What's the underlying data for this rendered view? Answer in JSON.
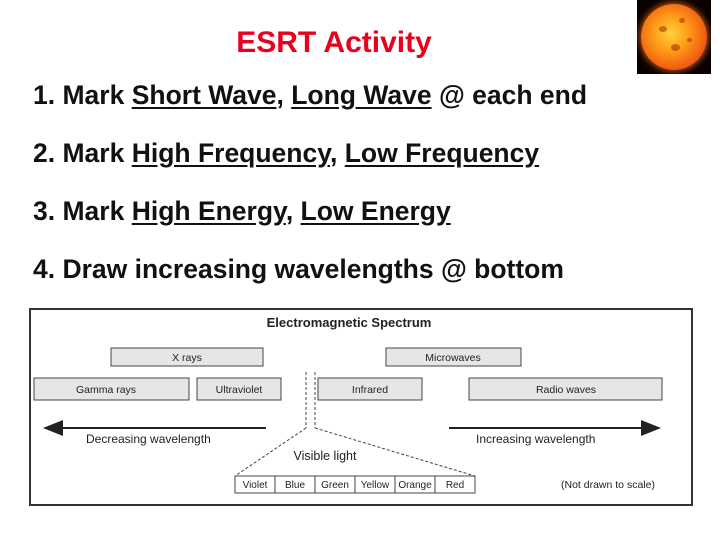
{
  "slide": {
    "title": "ESRT Activity",
    "steps": [
      {
        "num": "1. Mark ",
        "u1": "Short Wave",
        "sep": ", ",
        "u2": "Long Wave",
        "rest": " @ each end"
      },
      {
        "num": "2. Mark ",
        "u1": "High Frequency",
        "sep": ", ",
        "u2": "Low Frequency",
        "rest": ""
      },
      {
        "num": "3. Mark ",
        "u1": "High Energy",
        "sep": ", ",
        "u2": "Low Energy",
        "rest": ""
      },
      {
        "text": "4. Draw increasing wavelengths @ bottom"
      }
    ]
  },
  "spectrum": {
    "title": "Electromagnetic Spectrum",
    "top_bands": [
      "X rays",
      "Microwaves"
    ],
    "main_bands": [
      "Gamma rays",
      "Ultraviolet",
      "Infrared",
      "Radio waves"
    ],
    "left_arrow_label": "Decreasing wavelength",
    "right_arrow_label": "Increasing wavelength",
    "visible_label": "Visible light",
    "colors": [
      "Violet",
      "Blue",
      "Green",
      "Yellow",
      "Orange",
      "Red"
    ],
    "note": "(Not drawn to scale)"
  },
  "style": {
    "title_color": "#e8001c",
    "text_color": "#111111",
    "band_fill": "#e6e6e6"
  }
}
